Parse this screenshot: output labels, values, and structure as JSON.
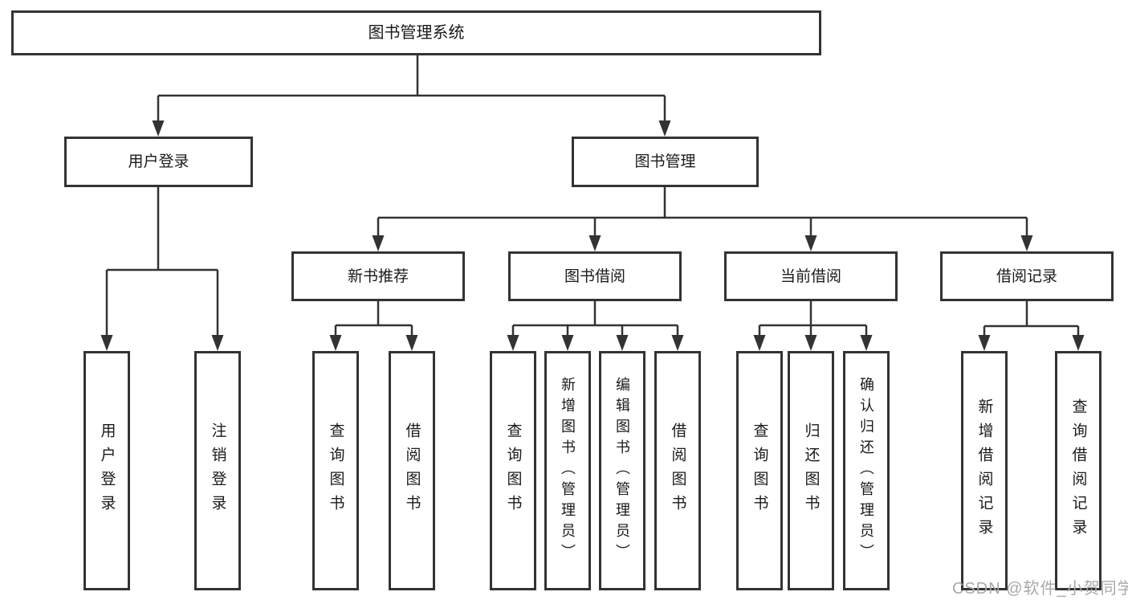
{
  "diagram": {
    "title": "图书管理系统",
    "nodes": {
      "root": "图书管理系统",
      "user_login": "用户登录",
      "book_mgmt": "图书管理",
      "new_book_rec": "新书推荐",
      "book_borrow": "图书借阅",
      "current_borrow": "当前借阅",
      "borrow_records": "借阅记录",
      "leaf_user_login": "用户登录",
      "leaf_logout": "注销登录",
      "rec_query_books": "查询图书",
      "rec_borrow_books": "借阅图书",
      "bb_query_books": "查询图书",
      "bb_add_books": "新增图书（管理员）",
      "bb_edit_books": "编辑图书（管理员）",
      "bb_borrow_books": "借阅图书",
      "cb_query_books": "查询图书",
      "cb_return_books": "归还图书",
      "cb_confirm_return": "确认归还（管理员）",
      "br_add_record": "新增借阅记录",
      "br_query_record": "查询借阅记录"
    },
    "watermark": "CSDN @软件_小贺同学",
    "colors": {
      "line": "#333333",
      "box_border": "#333333",
      "text": "#1a1a1a",
      "watermark": "#a9a9a9",
      "background": "#ffffff"
    }
  }
}
